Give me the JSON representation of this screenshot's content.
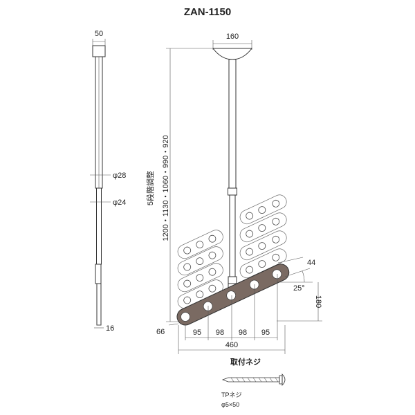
{
  "title": "ZAN-1150",
  "dimensions": {
    "top_width_side": "50",
    "top_width_front": "160",
    "upper_diameter": "φ28",
    "lower_diameter": "φ24",
    "bottom_width": "16",
    "height_label": "1200・1130・1060・990・920",
    "height_adjust": "5段階調整",
    "arm_thickness": "44",
    "angle": "25°",
    "arm_rise": "180",
    "arm_end": "66",
    "pitch_1": "95",
    "pitch_2": "98",
    "pitch_3": "98",
    "pitch_4": "95",
    "arm_length": "460"
  },
  "screw": {
    "heading": "取付ネジ",
    "type": "TPネジ",
    "size": "φ5×50"
  }
}
